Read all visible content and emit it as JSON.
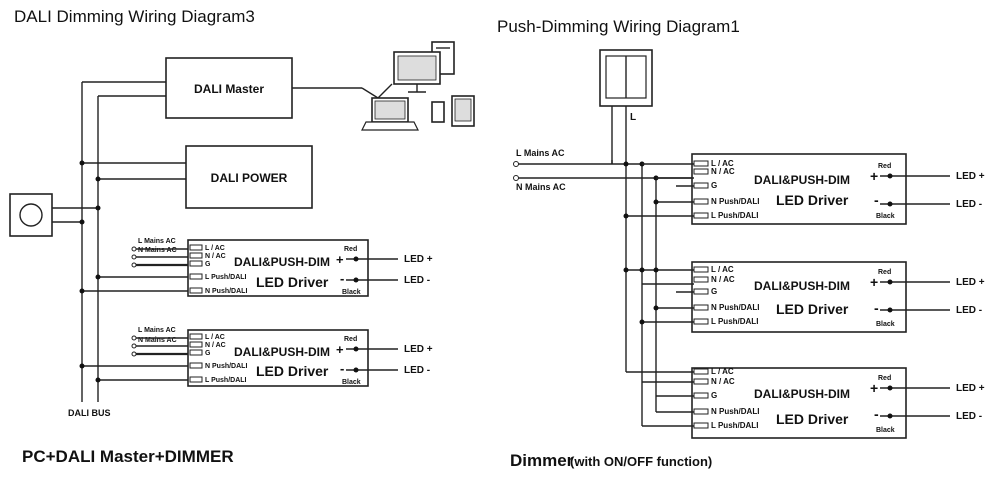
{
  "left": {
    "title": "DALI  Dimming  Wiring Diagram3",
    "dali_master": "DALI Master",
    "dali_power": "DALI POWER",
    "bus_label": "DALI  BUS",
    "caption": "PC+DALI Master+DIMMER",
    "drivers": [
      {
        "mains_l": "L Mains AC",
        "mains_n": "N Mains AC",
        "pins": [
          "L / AC",
          "N / AC",
          "G",
          "L Push/DALI",
          "N Push/DALI"
        ],
        "name": "DALI&PUSH-DIM",
        "sub": "LED Driver",
        "red": "Red",
        "black": "Black",
        "plus": "+",
        "minus": "-",
        "led_plus": "LED +",
        "led_minus": "LED -"
      },
      {
        "mains_l": "L Mains AC",
        "mains_n": "N Mains AC",
        "pins": [
          "L / AC",
          "N / AC",
          "G",
          "N Push/DALI",
          "L Push/DALI"
        ],
        "name": "DALI&PUSH-DIM",
        "sub": "LED Driver",
        "red": "Red",
        "black": "Black",
        "plus": "+",
        "minus": "-",
        "led_plus": "LED +",
        "led_minus": "LED -"
      }
    ]
  },
  "right": {
    "title": "Push-Dimming Wiring Diagram1",
    "l_mains": "L Mains AC",
    "n_mains": "N Mains AC",
    "switch_label": "L",
    "caption": "Dimmer",
    "caption_sub": "(with ON/OFF function)",
    "drivers": [
      {
        "pins": [
          "L / AC",
          "N / AC",
          "G",
          "N Push/DALI",
          "L Push/DALI"
        ],
        "name": "DALI&PUSH-DIM",
        "sub": "LED Driver",
        "red": "Red",
        "black": "Black",
        "plus": "+",
        "minus": "-",
        "led_plus": "LED +",
        "led_minus": "LED -"
      },
      {
        "pins": [
          "L / AC",
          "N / AC",
          "G",
          "N Push/DALI",
          "L Push/DALI"
        ],
        "name": "DALI&PUSH-DIM",
        "sub": "LED Driver",
        "red": "Red",
        "black": "Black",
        "plus": "+",
        "minus": "-",
        "led_plus": "LED +",
        "led_minus": "LED -"
      },
      {
        "pins": [
          "L / AC",
          "N / AC",
          "G",
          "N Push/DALI",
          "L Push/DALI"
        ],
        "name": "DALI&PUSH-DIM",
        "sub": "LED Driver",
        "red": "Red",
        "black": "Black",
        "plus": "+",
        "minus": "-",
        "led_plus": "LED +",
        "led_minus": "LED -"
      }
    ]
  }
}
